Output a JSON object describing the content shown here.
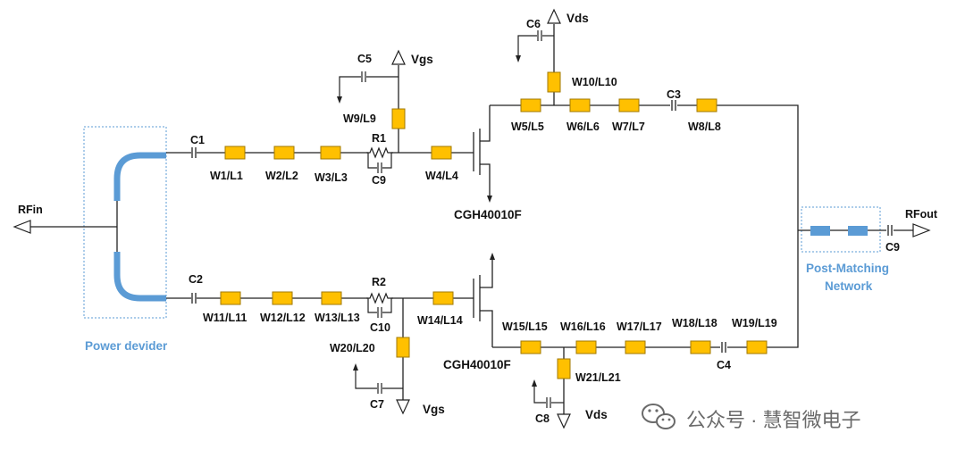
{
  "diagram": {
    "input_port": "RFin",
    "output_port": "RFout",
    "power_divider_label": "Power devider",
    "post_matching_label": [
      "Post-Matching",
      "Network"
    ],
    "transistor_label": "CGH40010F",
    "upper_branch": {
      "input_cap": "C1",
      "gate_lines": [
        "W1/L1",
        "W2/L2",
        "W3/L3",
        "W4/L4"
      ],
      "stab_resistor": "R1",
      "stab_cap": "C9",
      "gate_bias_line": "W9/L9",
      "gate_bias_cap": "C5",
      "gate_supply": "Vgs",
      "drain_lines": [
        "W5/L5",
        "W6/L6",
        "W7/L7",
        "W8/L8"
      ],
      "drain_bias_line": "W10/L10",
      "drain_bias_cap": "C6",
      "drain_supply": "Vds",
      "output_cap": "C3"
    },
    "lower_branch": {
      "input_cap": "C2",
      "gate_lines": [
        "W11/L11",
        "W12/L12",
        "W13/L13",
        "W14/L14"
      ],
      "stab_resistor": "R2",
      "stab_cap": "C10",
      "gate_bias_line": "W20/L20",
      "gate_bias_cap": "C7",
      "gate_supply": "Vgs",
      "drain_lines": [
        "W15/L15",
        "W16/L16",
        "W17/L17",
        "W18/L18",
        "W19/L19"
      ],
      "drain_bias_line": "W21/L21",
      "drain_bias_cap": "C8",
      "drain_supply": "Vds",
      "output_cap": "C4"
    },
    "output_cap": "C9",
    "colors": {
      "line_element": "#ffc000",
      "line_border": "#a07800",
      "divider": "#5b9bd5",
      "wire": "#222222"
    }
  },
  "watermark": {
    "icon": "wechat-icon",
    "text": "公众号 · 慧智微电子"
  }
}
